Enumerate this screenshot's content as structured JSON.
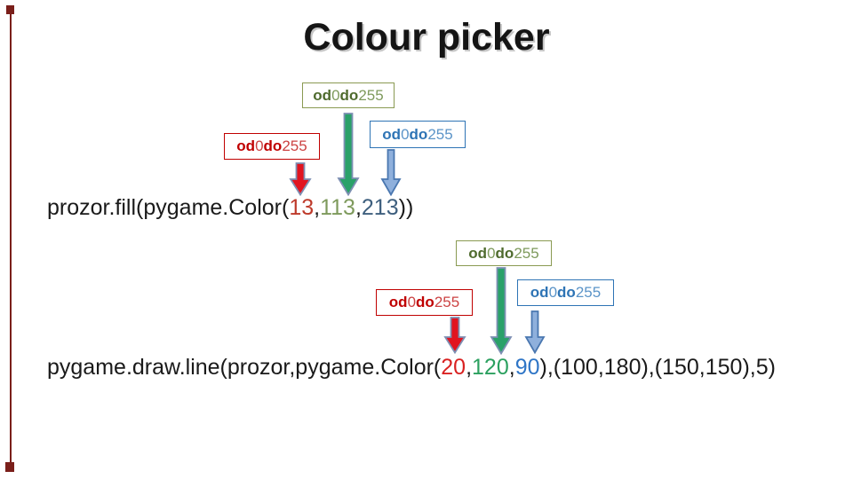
{
  "slide": {
    "title": "Colour picker"
  },
  "label_boxes": [
    {
      "id": "group1-green",
      "channel": "green",
      "parts": [
        "od",
        "0",
        "do",
        "255"
      ],
      "text": "od 0 do 255"
    },
    {
      "id": "group1-red",
      "channel": "red",
      "parts": [
        "od",
        "0",
        "do",
        "255"
      ],
      "text": "od 0 do 255"
    },
    {
      "id": "group1-blue",
      "channel": "blue",
      "parts": [
        "od",
        "0",
        "do",
        "255"
      ],
      "text": "od 0 do 255"
    },
    {
      "id": "group2-green",
      "channel": "green",
      "parts": [
        "od",
        "0",
        "do",
        "255"
      ],
      "text": "od 0 do 255"
    },
    {
      "id": "group2-red",
      "channel": "red",
      "parts": [
        "od",
        "0",
        "do",
        "255"
      ],
      "text": "od 0 do 255"
    },
    {
      "id": "group2-blue",
      "channel": "blue",
      "parts": [
        "od",
        "0",
        "do",
        "255"
      ],
      "text": "od 0 do 255"
    }
  ],
  "code_lines": [
    {
      "segments": [
        {
          "text": "prozor.fill(pygame.Color("
        },
        {
          "text": "13",
          "color": "#be3a2b"
        },
        {
          "text": ","
        },
        {
          "text": "113",
          "color": "#7e9a5c"
        },
        {
          "text": ","
        },
        {
          "text": "213",
          "color": "#3e5f7e"
        },
        {
          "text": "))"
        }
      ]
    },
    {
      "segments": [
        {
          "text": "pygame.draw.line(prozor,pygame.Color("
        },
        {
          "text": "20",
          "color": "#d92121"
        },
        {
          "text": ","
        },
        {
          "text": "120",
          "color": "#2ba05f"
        },
        {
          "text": ","
        },
        {
          "text": "90",
          "color": "#2e75c6"
        },
        {
          "text": "),(100,180),(150,150),5)"
        }
      ]
    }
  ],
  "colors": {
    "title_text": "#151515",
    "accent_bar": "#7a1f1a",
    "box_green_border": "#8a9a52",
    "box_green_text_bold": "#4f6b2e",
    "box_green_text_number": "#7e9a5c",
    "box_red_border": "#c00000",
    "box_red_text_bold": "#c00000",
    "box_red_text_number": "#cc4343",
    "box_blue_border": "#2e74b5",
    "box_blue_text_bold": "#2e74b5",
    "box_blue_text_number": "#5b94c8",
    "arrow_red_fill": "#e11420",
    "arrow_green_fill": "#2aa169",
    "arrow_blue_fill": "#8fb0dc",
    "arrow_slate_outline": "#7d8fb3",
    "arrow_blue_outline": "#4a77b0",
    "code_text": "#1a1a1a"
  }
}
